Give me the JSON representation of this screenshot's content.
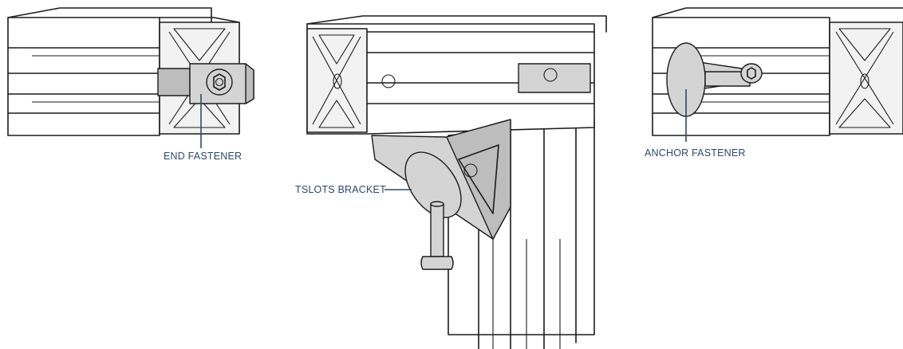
{
  "labels": {
    "end_fastener": "END FASTENER",
    "tslots_bracket": "TSLOTS BRACKET",
    "anchor_fastener": "ANCHOR FASTENER"
  },
  "colors": {
    "label_text": "#2c4a6b",
    "leader_line": "#2c4a6b",
    "fastener_fill": "#d4d4d4",
    "outline": "#1c1c1c"
  }
}
